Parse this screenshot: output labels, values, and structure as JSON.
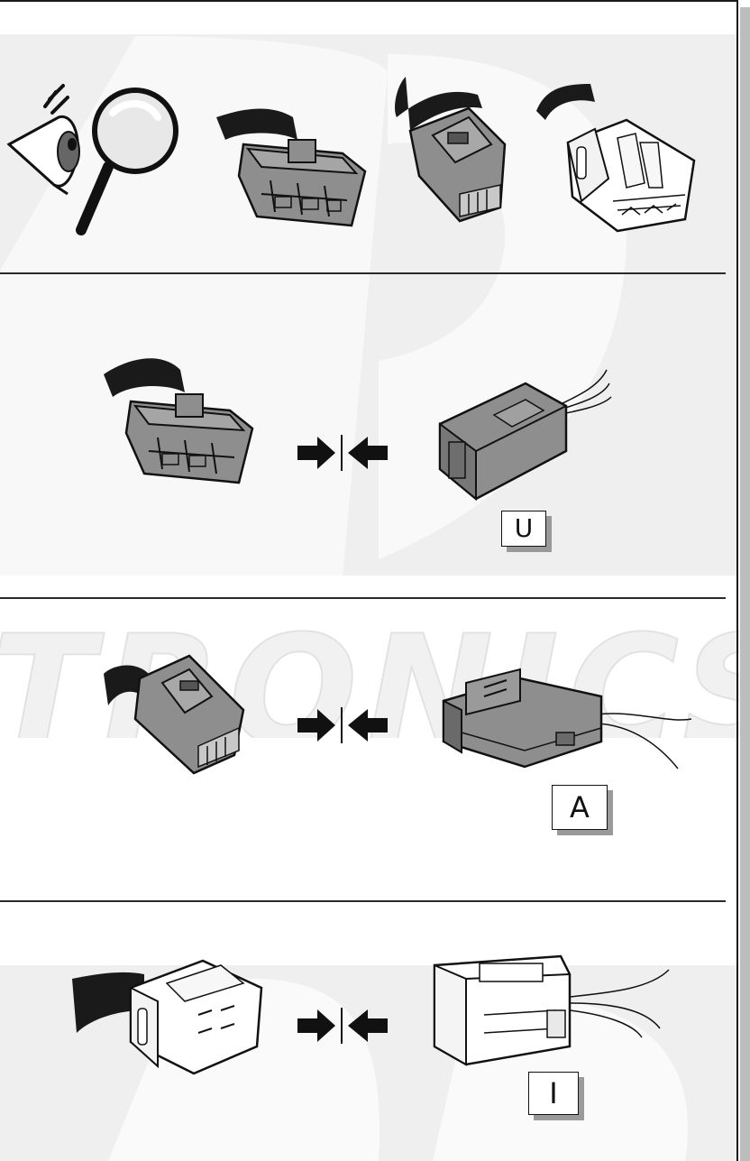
{
  "sections": [
    {
      "id": "inspect",
      "icons": [
        "eye-icon",
        "magnifier-icon"
      ],
      "connectors": [
        "connector-gray-latched",
        "connector-gray-plug",
        "connector-white-latched"
      ]
    },
    {
      "id": "pair-u",
      "label": "U",
      "arrow": "push-together-arrows"
    },
    {
      "id": "pair-a",
      "label": "A",
      "arrow": "push-together-arrows"
    },
    {
      "id": "pair-i",
      "label": "I",
      "arrow": "push-together-arrows"
    }
  ],
  "watermark": {
    "text": "TRONICS"
  },
  "colors": {
    "gray_connector": "#8c8c8c",
    "dark_gray": "#5f5f5f",
    "white_connector": "#ffffff",
    "line": "#111111",
    "background_band": "#efefef",
    "watermark": "#ffffff"
  }
}
